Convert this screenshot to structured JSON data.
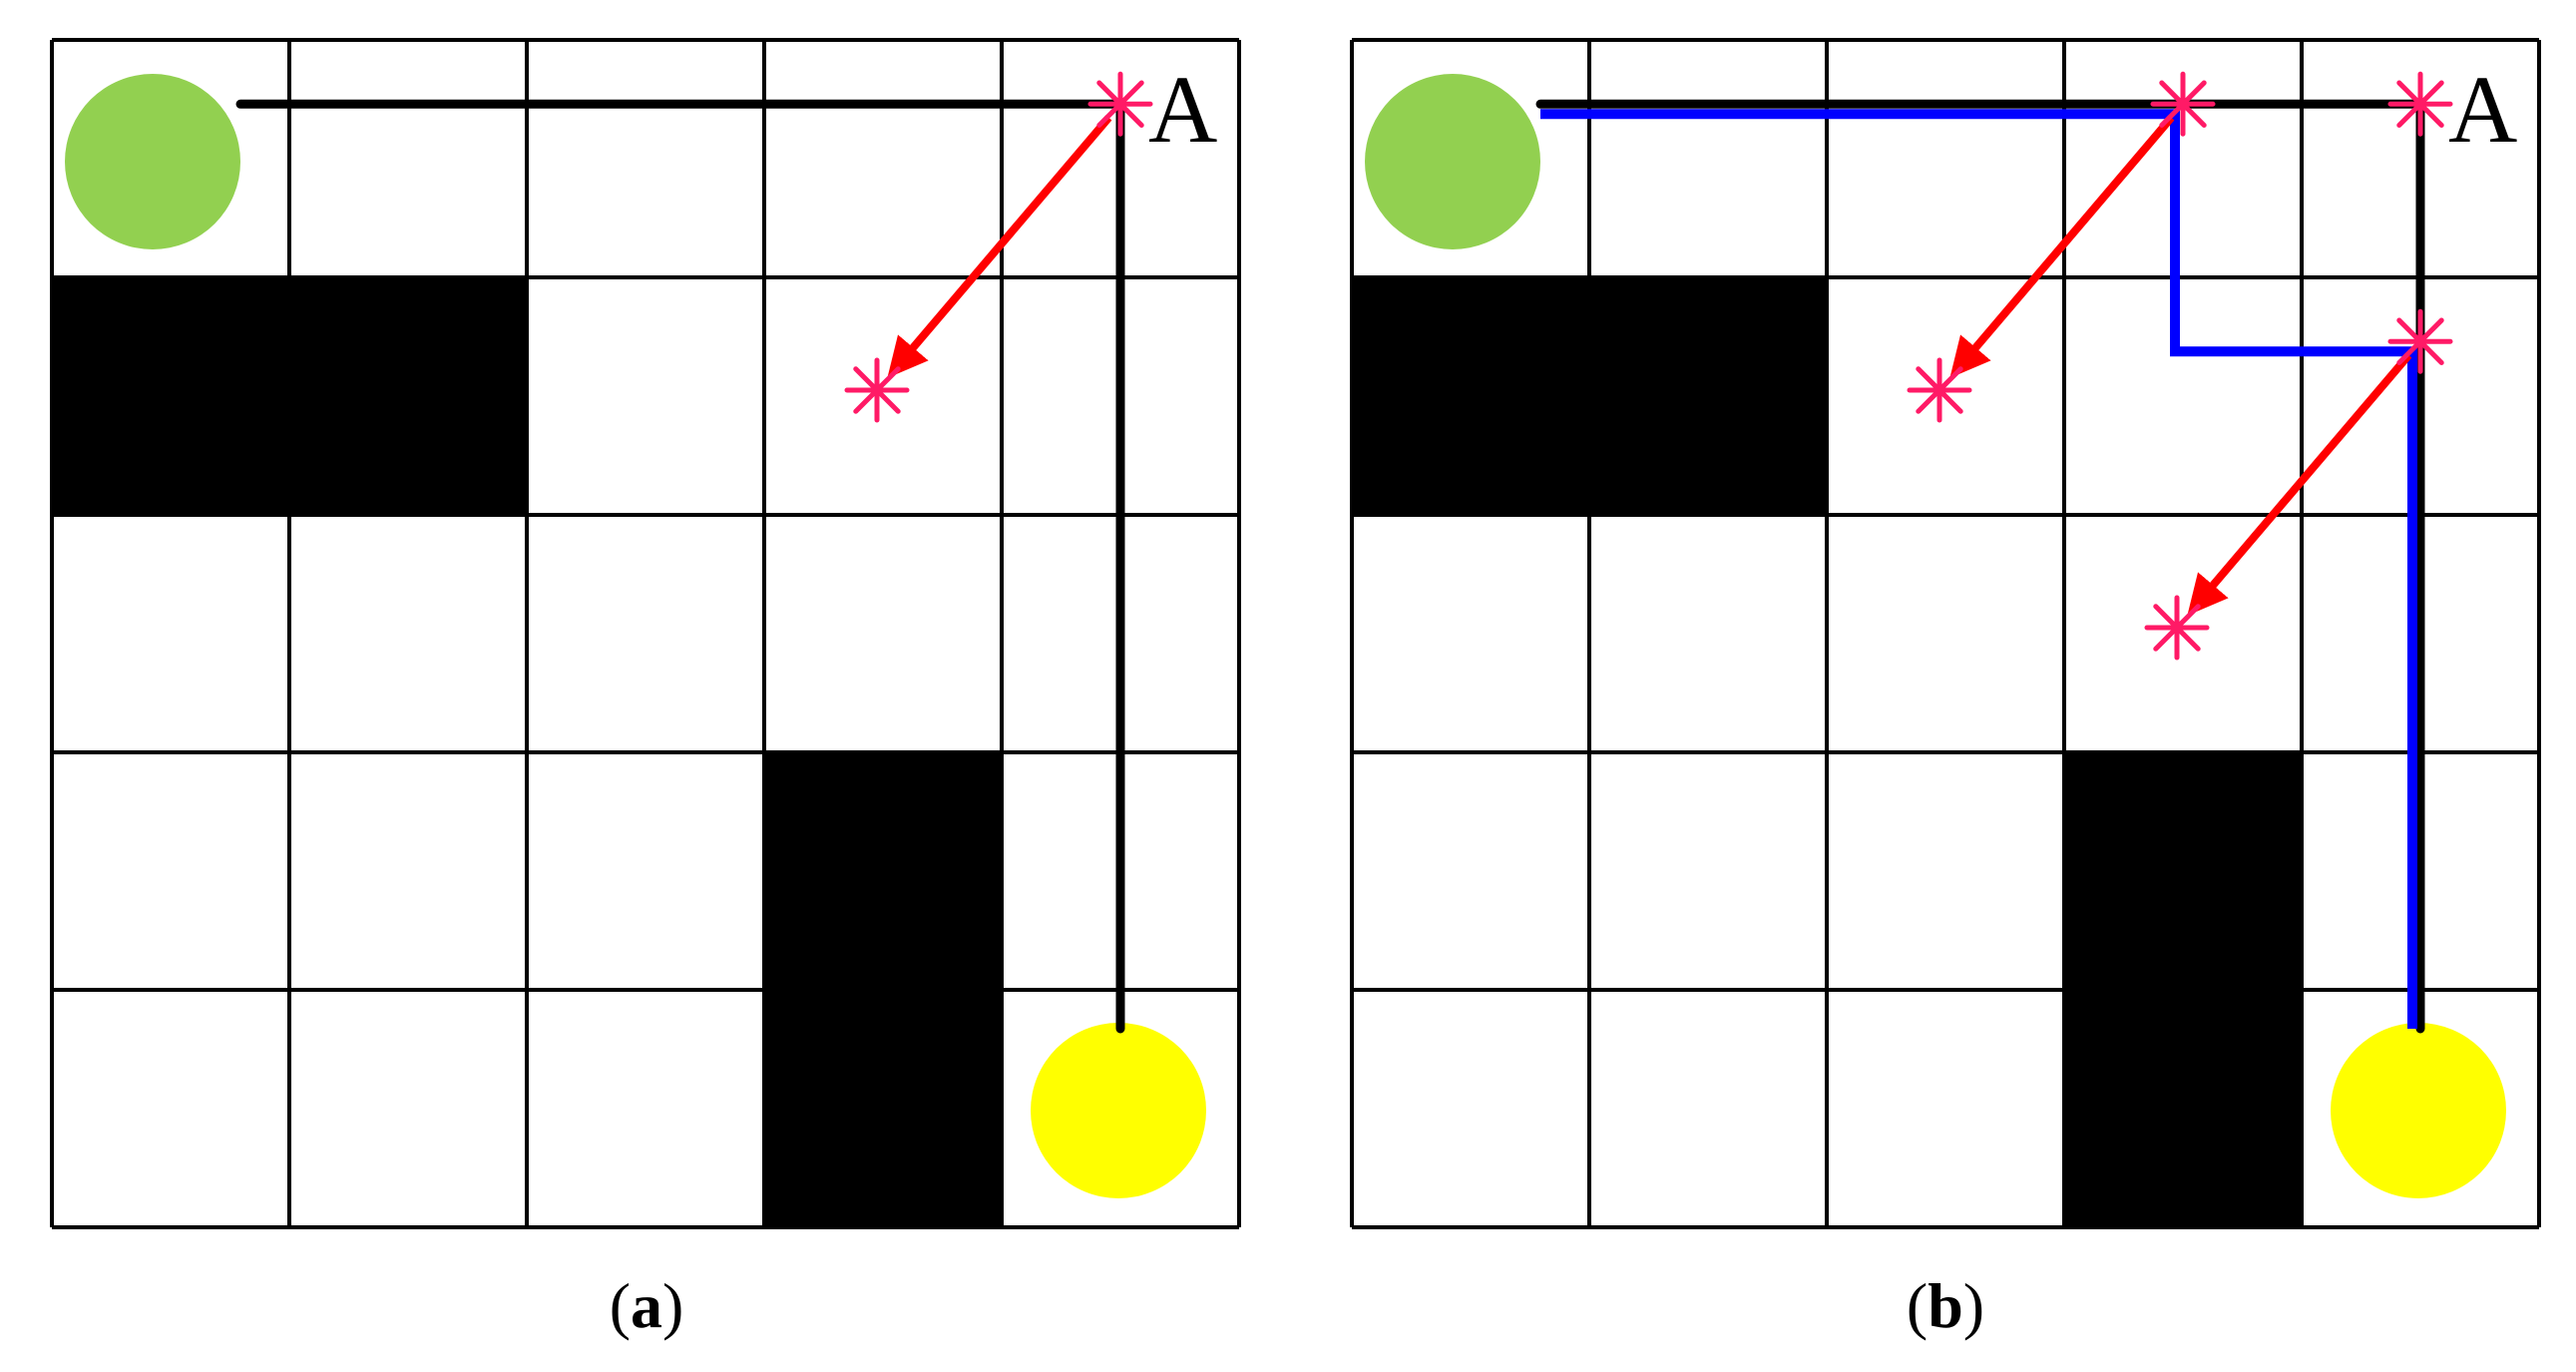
{
  "figure": {
    "grid": {
      "rows": 5,
      "cols": 5
    },
    "colors": {
      "grid_line": "#000000",
      "obstacle": "#000000",
      "start": "#92d050",
      "goal": "#ffff00",
      "initial_path": "#000000",
      "optimized_path": "#0000ff",
      "arrow": "#ff0000",
      "marker": "#ff1a66",
      "background": "#ffffff"
    },
    "panels": [
      {
        "id": "a",
        "label_open": "(",
        "label_letter": "a",
        "label_close": ")",
        "node_label": "A",
        "node_label_cell": [
          0,
          4
        ],
        "obstacles": [
          [
            1,
            0
          ],
          [
            1,
            1
          ],
          [
            3,
            3
          ],
          [
            4,
            3
          ]
        ],
        "start_cell": [
          0,
          0
        ],
        "goal_cell": [
          4,
          4
        ],
        "initial_path": [
          [
            0,
            0
          ],
          [
            0,
            4
          ],
          [
            4,
            4
          ]
        ],
        "optimized_path": [],
        "markers": [
          [
            0,
            4
          ],
          [
            1,
            3
          ]
        ],
        "arrows": [
          {
            "from": [
              0,
              4
            ],
            "to": [
              1,
              3
            ]
          }
        ]
      },
      {
        "id": "b",
        "label_open": "(",
        "label_letter": "b",
        "label_close": ")",
        "node_label": "A",
        "node_label_cell": [
          0,
          4
        ],
        "obstacles": [
          [
            1,
            0
          ],
          [
            1,
            1
          ],
          [
            3,
            3
          ],
          [
            4,
            3
          ]
        ],
        "start_cell": [
          0,
          0
        ],
        "goal_cell": [
          4,
          4
        ],
        "initial_path": [
          [
            0,
            0
          ],
          [
            0,
            4
          ],
          [
            4,
            4
          ]
        ],
        "optimized_path": [
          [
            0,
            0
          ],
          [
            0,
            3
          ],
          [
            1,
            3
          ],
          [
            1,
            4
          ],
          [
            4,
            4
          ]
        ],
        "markers": [
          [
            0,
            4
          ],
          [
            0,
            3
          ],
          [
            1,
            2
          ],
          [
            1,
            4
          ],
          [
            2,
            3
          ]
        ],
        "arrows": [
          {
            "from": [
              0,
              3
            ],
            "to": [
              1,
              2
            ]
          },
          {
            "from": [
              1,
              4
            ],
            "to": [
              2,
              3
            ]
          }
        ]
      }
    ]
  }
}
